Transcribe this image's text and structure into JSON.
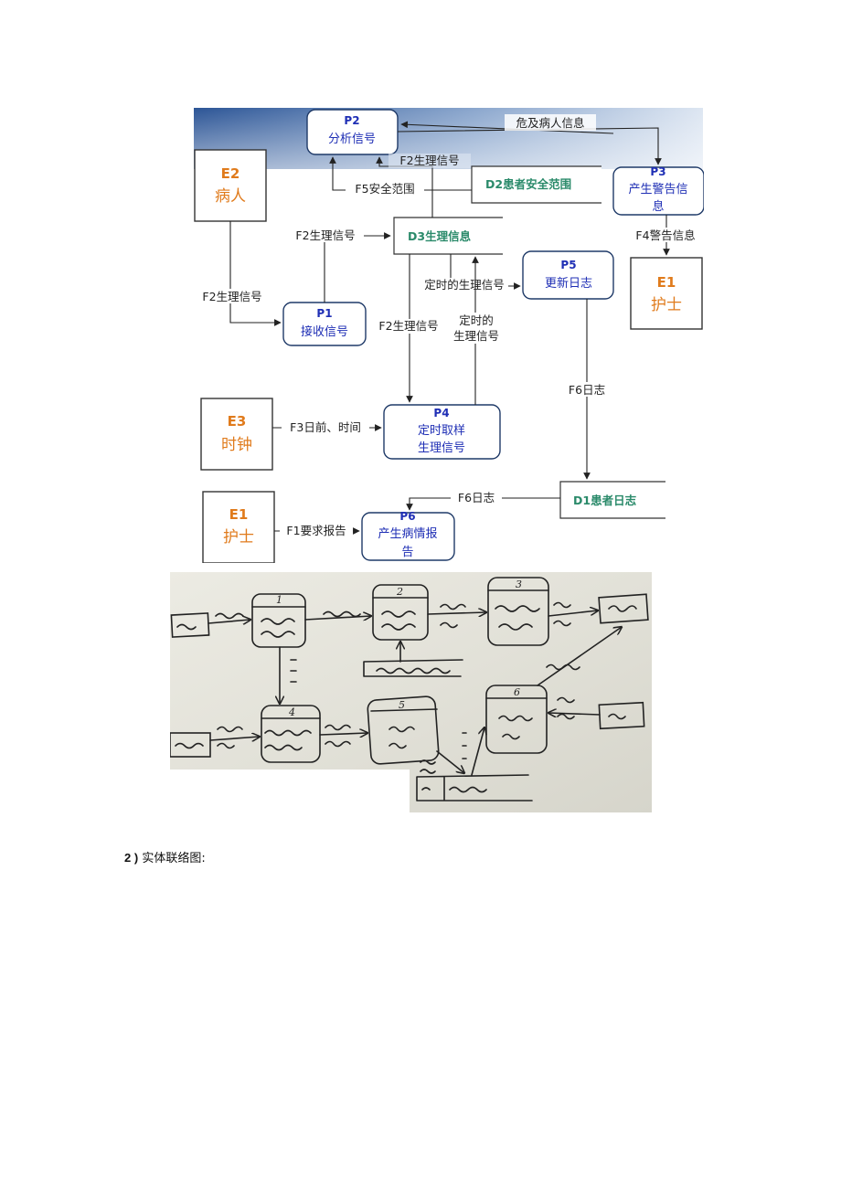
{
  "diagram": {
    "processes": {
      "p1": {
        "id": "P1",
        "name": "接收信号"
      },
      "p2": {
        "id": "P2",
        "name": "分析信号"
      },
      "p3": {
        "id": "P3",
        "name": "产生警告信",
        "name2": "息"
      },
      "p4": {
        "id": "P4",
        "name": "定时取样",
        "name2": "生理信号"
      },
      "p5": {
        "id": "P5",
        "name": "更新日志"
      },
      "p6": {
        "id": "P6",
        "name": "产生病情报",
        "name2": "告"
      }
    },
    "entities": {
      "e2": {
        "id": "E2",
        "name": "病人"
      },
      "e1a": {
        "id": "E1",
        "name": "护士"
      },
      "e3": {
        "id": "E3",
        "name": "时钟"
      },
      "e1b": {
        "id": "E1",
        "name": "护士"
      }
    },
    "stores": {
      "d3": {
        "label": "D3生理信息"
      },
      "d2": {
        "label": "D2患者安全范围"
      },
      "d1": {
        "label": "D1患者日志"
      }
    },
    "flows": {
      "danger": "危及病人信息",
      "f2_top": "F2生理信号",
      "f5": "F5安全范围",
      "f4": "F4警告信息",
      "f2_to_d3": "F2生理信号",
      "f2_left": "F2生理信号",
      "timed1": "定时的生理信号",
      "f2_mid": "F2生理信号",
      "timed2a": "定时的",
      "timed2b": "生理信号",
      "f6a": "F6日志",
      "f3": "F3日前、时间",
      "f6b": "F6日志",
      "f1": "F1要求报告"
    }
  },
  "caption": {
    "number": "2 )",
    "text": "实体联络图:"
  }
}
